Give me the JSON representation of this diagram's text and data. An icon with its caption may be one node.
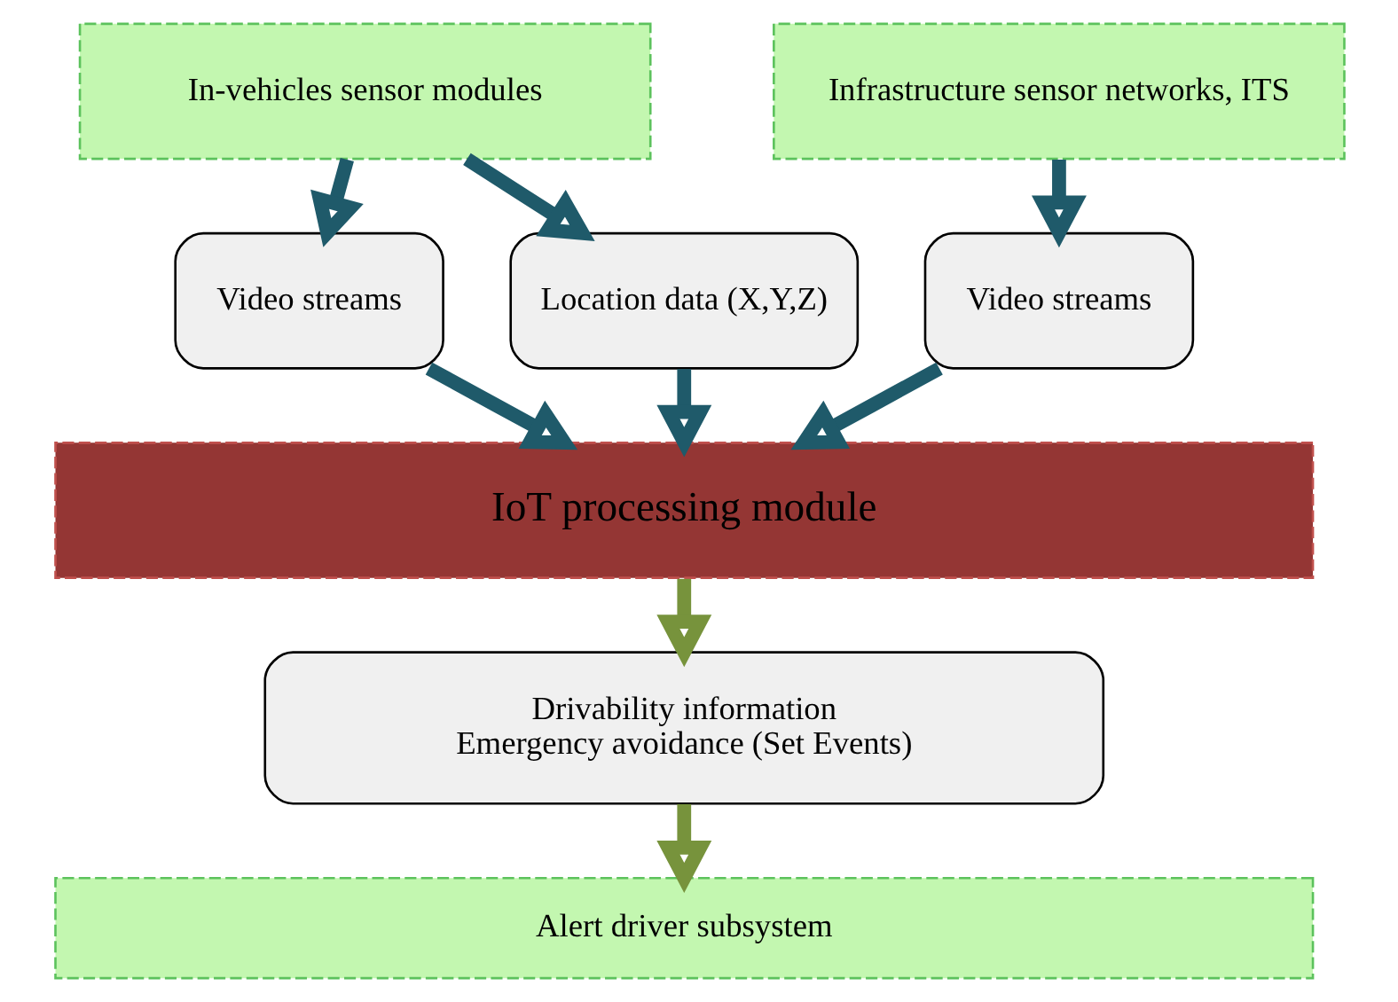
{
  "diagram": {
    "nodes": [
      {
        "text": [
          "In-vehicles sensor modules"
        ]
      },
      {
        "text": [
          "Infrastructure sensor networks, ITS"
        ]
      },
      {
        "text": [
          "Video streams"
        ]
      },
      {
        "text": [
          "Location data (X,Y,Z)"
        ]
      },
      {
        "text": [
          "Video streams"
        ]
      },
      {
        "text": [
          "IoT processing module"
        ]
      },
      {
        "text": [
          "Drivability information",
          "Emergency avoidance (Set Events)"
        ]
      },
      {
        "text": [
          "Alert driver subsystem"
        ]
      }
    ],
    "edges": [
      {
        "from": 0,
        "to": 2,
        "arrow": "to"
      },
      {
        "from": 0,
        "to": 3,
        "arrow": "to"
      },
      {
        "from": 1,
        "to": 4,
        "arrow": "to"
      },
      {
        "from": 2,
        "to": 5,
        "arrow": "to"
      },
      {
        "from": 3,
        "to": 5,
        "arrow": "to"
      },
      {
        "from": 4,
        "to": 5,
        "arrow": "to"
      },
      {
        "from": 5,
        "to": 6,
        "arrow": "to",
        "color": "#77933c"
      },
      {
        "from": 6,
        "to": 7,
        "arrow": "to",
        "color": "#77933c"
      }
    ]
  }
}
